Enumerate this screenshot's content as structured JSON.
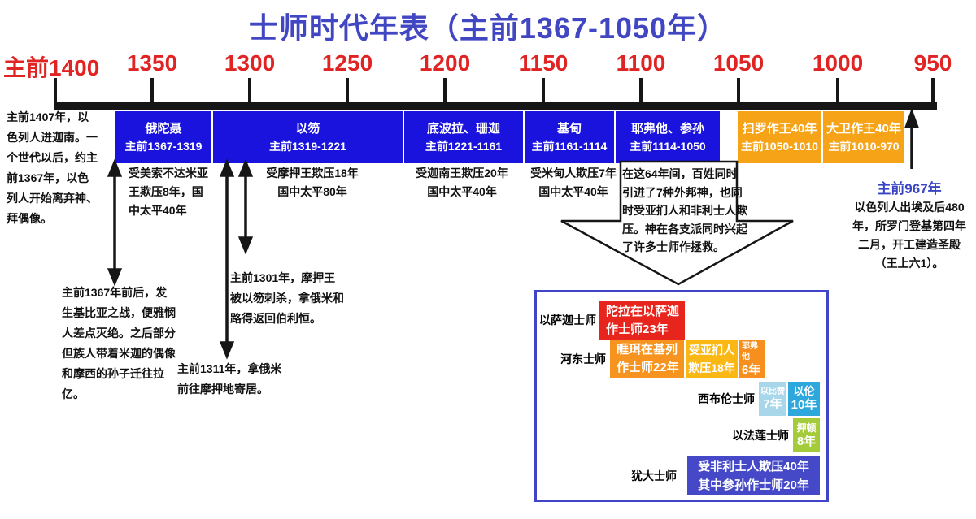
{
  "title": "士师时代年表（主前1367-1050年）",
  "axis": {
    "labels": [
      "主前1400",
      "1350",
      "1300",
      "1250",
      "1200",
      "1150",
      "1100",
      "1050",
      "1000",
      "950"
    ]
  },
  "periods": [
    {
      "name": "俄陀聂",
      "years": "主前1367-1319"
    },
    {
      "name": "以笏",
      "years": "主前1319-1221"
    },
    {
      "name": "底波拉、珊迦",
      "years": "主前1221-1161"
    },
    {
      "name": "基甸",
      "years": "主前1161-1114"
    },
    {
      "name": "耶弗他、参孙",
      "years": "主前1114-1050"
    },
    {
      "name": "扫罗作王40年",
      "years": "主前1050-1010"
    },
    {
      "name": "大卫作王40年",
      "years": "主前1010-970"
    }
  ],
  "notes": {
    "intro": "主前1407年，以\n色列人进迦南。一\n个世代以后，约主\n前1367年，以色\n列人开始离弃神、\n拜偶像。",
    "othniel": "受美索不达米亚\n王欺压8年，国\n中太平40年",
    "ehud": "受摩押王欺压18年\n国中太平80年",
    "deborah": "受迦南王欺压20年\n国中太平40年",
    "gideon": "受米甸人欺压7年\n国中太平40年",
    "funnel": "在这64年间，百姓同时\n引进了7种外邦神，也同\n时受亚扪人和非利士人欺\n压。神在各支派同时兴起\n了许多士师作拯救。",
    "gibeah": "主前1367年前后，发\n生基比亚之战，便雅悯\n人差点灭绝。之后部分\n但族人带着米迦的偶像\n和摩西的孙子迁往拉\n亿。",
    "note1301": "主前1301年，摩押王\n被以笏刺杀，拿俄米和\n路得返回伯利恒。",
    "note1311": "主前1311年，拿俄米\n前往摩押地寄居。",
    "y967_title": "主前967年",
    "y967_body": "以色列人出埃及后480\n年，所罗门登基第四年\n二月，开工建造圣殿\n（王上六1）。"
  },
  "panel": {
    "row_labels": [
      "以萨迦士师",
      "河东士师",
      "西布伦士师",
      "以法莲士师",
      "犹大士师"
    ],
    "blocks": {
      "tola": {
        "text": "陀拉在以萨迦\n作士师23年",
        "color": "#e7251d"
      },
      "jair": {
        "text": "睚珥在基列\n作士师22年",
        "color": "#f7941f"
      },
      "ammon": {
        "text": "受亚扪人\n欺压18年",
        "color": "#fbb713"
      },
      "jephthah": {
        "name": "耶弗他",
        "years": "6年",
        "color": "#f78f1f"
      },
      "ibzan": {
        "name": "以比赞",
        "years": "7年",
        "color": "#a9d7ea"
      },
      "elon": {
        "name": "以伦",
        "years": "10年",
        "color": "#2ea7dd"
      },
      "abdon": {
        "name": "押顿",
        "years": "8年",
        "color": "#a4cb3a"
      },
      "judah": {
        "text": "受非利士人欺压40年\n其中参孙作士师20年",
        "color": "#4549c8"
      }
    }
  },
  "colors": {
    "title_blue": "#4146c2",
    "axis_red": "#e02423",
    "period_blue": "#1a13de",
    "period_orange": "#f6a317",
    "panel_border": "#4045c6",
    "y967_blue": "#3a45c4",
    "ink_black": "#161616"
  }
}
